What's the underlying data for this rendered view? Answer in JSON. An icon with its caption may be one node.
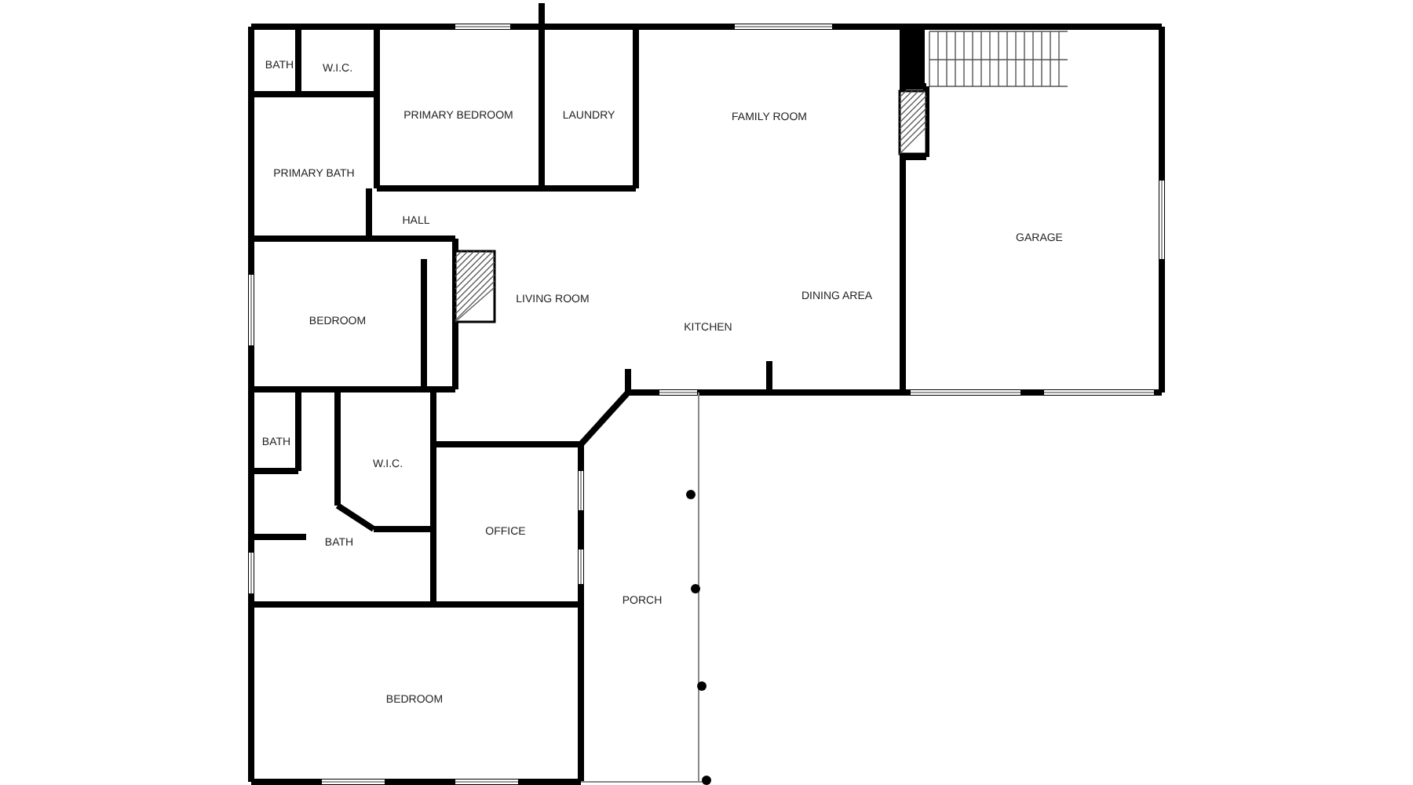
{
  "diagram": {
    "labels": [
      "BATH",
      "W.I.C.",
      "PRIMARY BEDROOM",
      "LAUNDRY",
      "FAMILY ROOM",
      "PRIMARY BATH",
      "HALL",
      "GARAGE",
      "BEDROOM",
      "LIVING ROOM",
      "DINING AREA",
      "KITCHEN",
      "BATH",
      "W.I.C.",
      "OFFICE",
      "BATH",
      "PORCH",
      "BEDROOM"
    ]
  }
}
